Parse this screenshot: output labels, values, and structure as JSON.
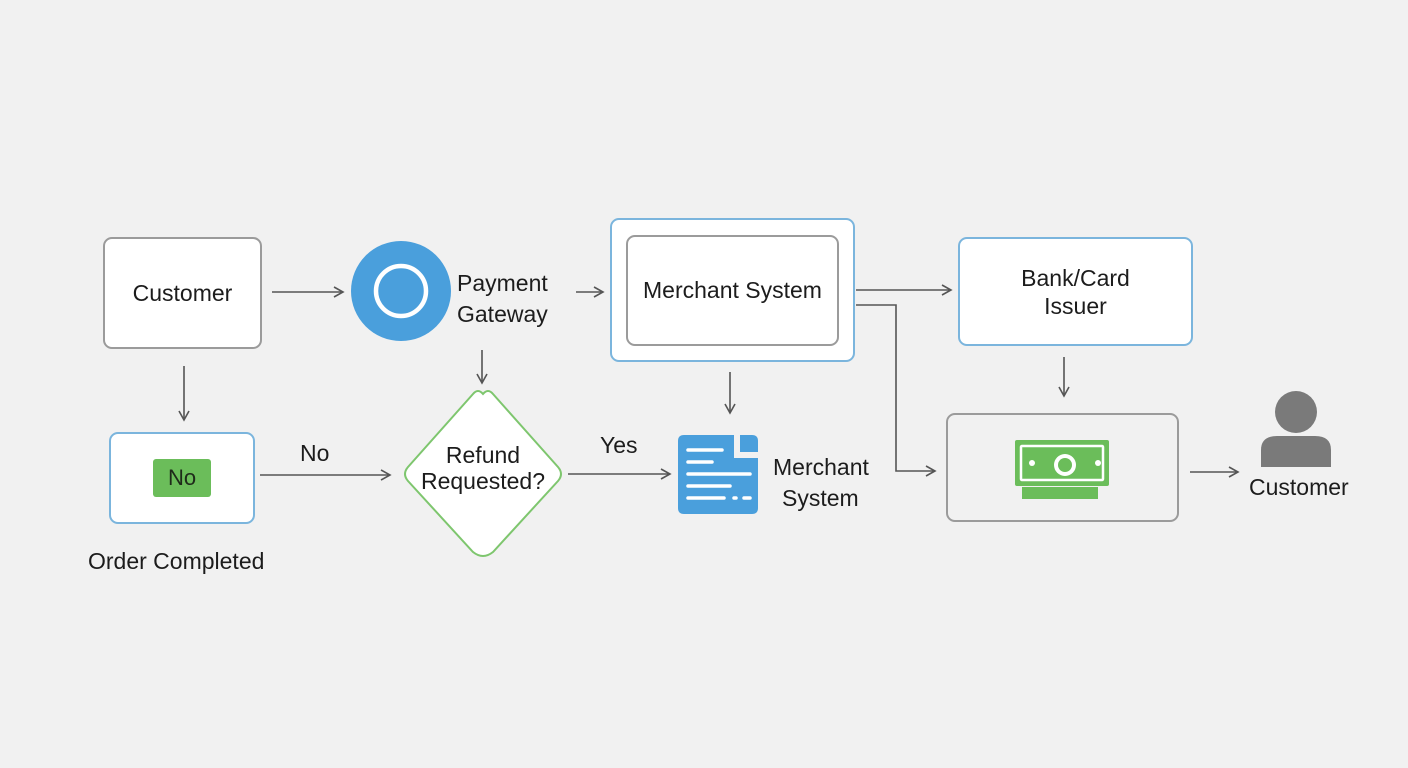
{
  "nodes": {
    "customer_start": "Customer",
    "payment_gateway_line1": "Payment",
    "payment_gateway_line2": "Gateway",
    "merchant_system_top": "Merchant System",
    "bank_line1": "Bank/Card",
    "bank_line2": "Issuer",
    "no_badge": "No",
    "order_completed": "Order Completed",
    "refund_line1": "Refund",
    "refund_line2": "Requested?",
    "merchant_doc_line1": "Merchant",
    "merchant_doc_line2": "System",
    "customer_end": "Customer"
  },
  "edges": {
    "no_label": "No",
    "yes_label": "Yes"
  },
  "icons": {
    "gateway": "circle-ring-icon",
    "document": "document-icon",
    "money": "money-bill-icon",
    "person": "person-icon"
  },
  "colors": {
    "background": "#f1f1f1",
    "grey_border": "#9b9b9b",
    "blue_border": "#7bb5dd",
    "accent_blue": "#4a9fdc",
    "green": "#6bbd5a",
    "person_grey": "#7a7a7a",
    "arrow": "#555555"
  }
}
